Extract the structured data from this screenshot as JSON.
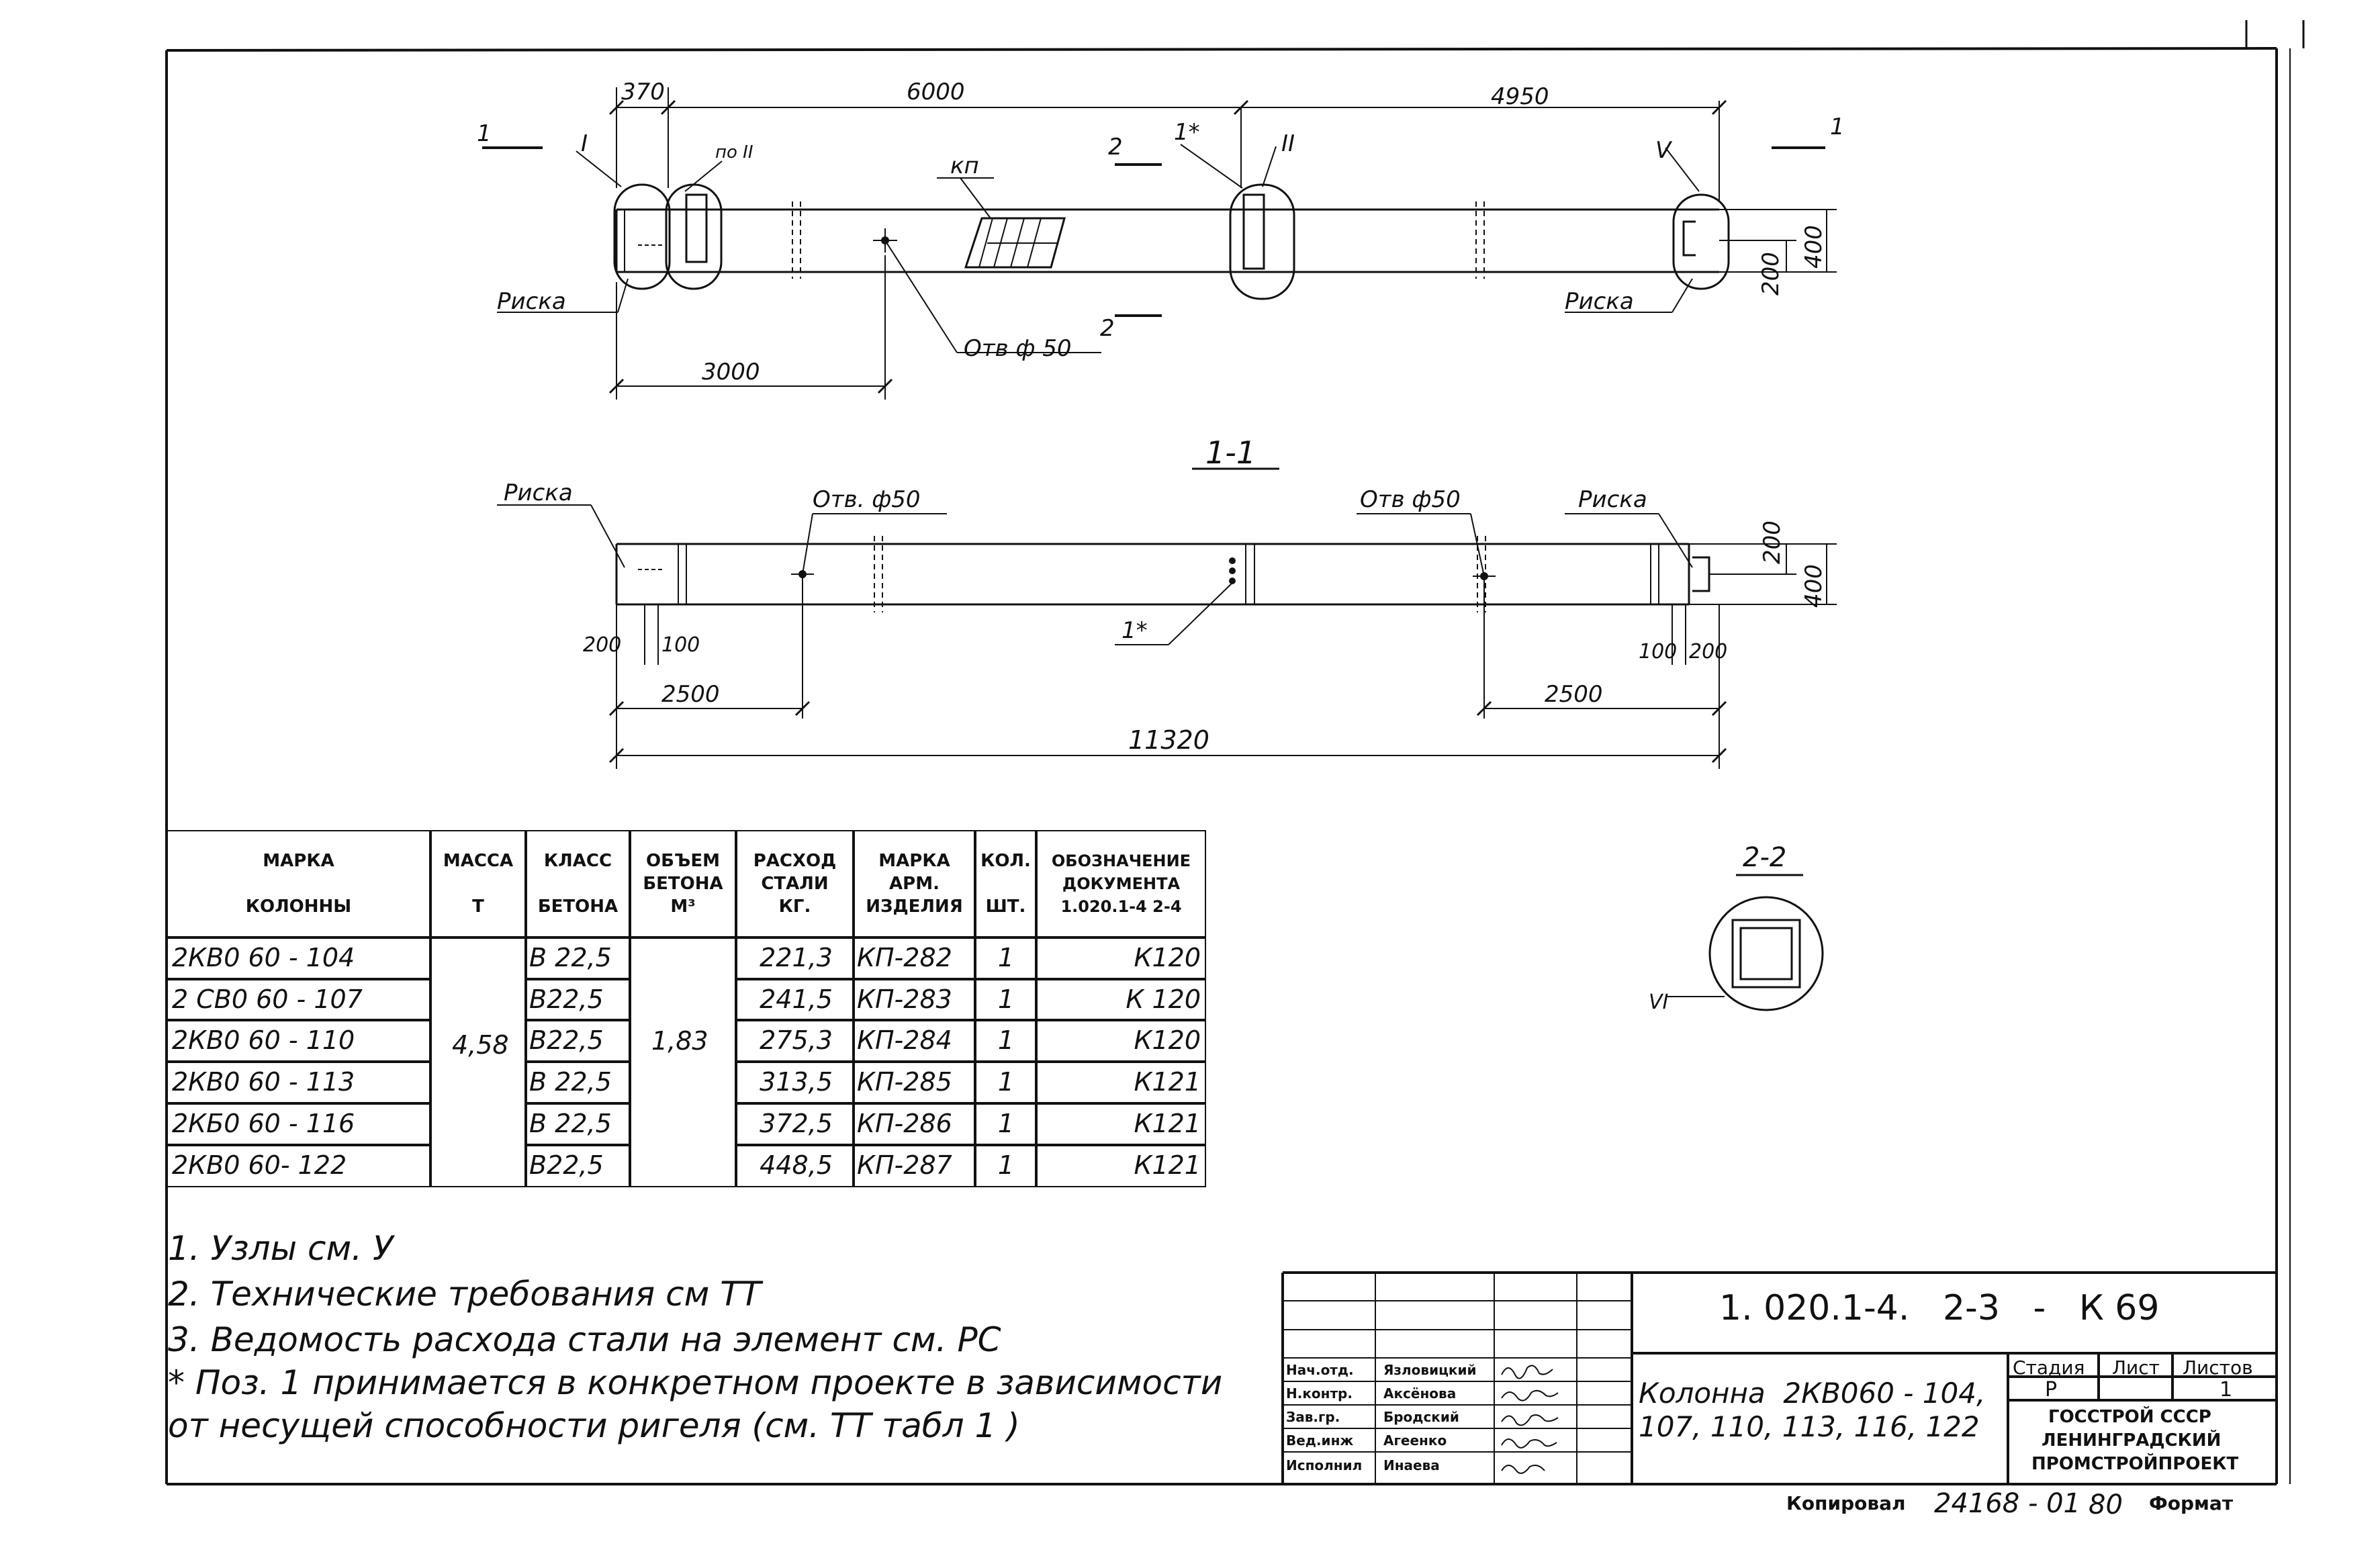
{
  "plan_view": {
    "dims_top": [
      "370",
      "6000",
      "4950"
    ],
    "dim_bottom": "3000",
    "section_marks": [
      "1",
      "1",
      "2",
      "2"
    ],
    "node_labels": [
      "I",
      "по II",
      "1*",
      "II",
      "V"
    ],
    "kp_label": "кп",
    "hole_label": "Отв ф 50",
    "risk_left": "Риска",
    "risk_right": "Риска",
    "dims_right": [
      "200",
      "400"
    ]
  },
  "section_1_1": {
    "title": "1-1",
    "risk_left": "Риска",
    "risk_right": "Риска",
    "hole_left": "Отв. ф50",
    "hole_right": "Отв ф50",
    "star_label": "1*",
    "dims_right": [
      "200",
      "400"
    ],
    "dims_left_small": [
      "200",
      "100"
    ],
    "dims_right_small": [
      "100",
      "200"
    ],
    "dim_2500_left": "2500",
    "dim_2500_right": "2500",
    "dim_total": "11320"
  },
  "section_2_2": {
    "title": "2-2",
    "node_label": "VI"
  },
  "spec_table": {
    "headers": [
      "МАРКА\n\nКОЛОННЫ",
      "МАССА\n\nТ",
      "КЛАСС\n\nБЕТОНА",
      "ОБЪЕМ\nБЕТОНА\nМ³",
      "РАСХОД\nСТАЛИ\nКГ.",
      "МАРКА\nАРМ.\nИЗДЕЛИЯ",
      "КОЛ.\n\nШТ.",
      "ОБОЗНАЧЕНИЕ\nДОКУМЕНТА\n1.020.1-4 2-4"
    ],
    "rows": [
      {
        "mark": "2КВ0 60 - 104",
        "class": "В 22,5",
        "steel": "221,3",
        "arm": "КП-282",
        "qty": "1",
        "doc": "К120"
      },
      {
        "mark": "2 СВ0 60 - 107",
        "class": "В22,5",
        "steel": "241,5",
        "arm": "КП-283",
        "qty": "1",
        "doc": "К 120"
      },
      {
        "mark": "2КВ0 60 - 110",
        "class": "В22,5",
        "steel": "275,3",
        "arm": "КП-284",
        "qty": "1",
        "doc": "К120"
      },
      {
        "mark": "2КВ0 60 - 113",
        "class": "В 22,5",
        "steel": "313,5",
        "arm": "КП-285",
        "qty": "1",
        "doc": "К121"
      },
      {
        "mark": "2КБ0 60 - 116",
        "class": "В 22,5",
        "steel": "372,5",
        "arm": "КП-286",
        "qty": "1",
        "doc": "К121"
      },
      {
        "mark": "2КВ0 60- 122",
        "class": "В22,5",
        "steel": "448,5",
        "arm": "КП-287",
        "qty": "1",
        "doc": "К121"
      }
    ],
    "mass_merged": "4,58",
    "volume_merged": "1,83"
  },
  "notes": [
    "1. Узлы   см.   У",
    "2. Технические  требования  см   ТТ",
    "3. Ведомость  расхода  стали  на элемент  см.  РС",
    "* Поз. 1 принимается в конкретном проекте в зависимости",
    "от несущей способности ригеля (см.  ТТ  табл  1  )"
  ],
  "title_block": {
    "doc_code": "1. 020.1-4.   2-3   -   К 69",
    "signers": [
      {
        "role": "Нач.отд.",
        "name": "Язловицкий"
      },
      {
        "role": "Н.контр.",
        "name": "Аксёнова"
      },
      {
        "role": "Зав.гр.",
        "name": "Бродский"
      },
      {
        "role": "Вед.инж",
        "name": "Агеенко"
      },
      {
        "role": "Исполнил",
        "name": "Инаева"
      }
    ],
    "name_line1": "Колонна  2КВ060 - 104,",
    "name_line2": "107, 110, 113, 116, 122",
    "stage_header": "Стадия",
    "sheet_header": "Лист",
    "sheets_header": "Листов",
    "stage_value": "Р",
    "sheets_value": "1",
    "org_line1": "ГОССТРОЙ СССР",
    "org_line2": "ЛЕНИНГРАДСКИЙ",
    "org_line3": "ПРОМСТРОЙПРОЕКТ"
  },
  "footer": {
    "copied_label": "Копировал",
    "copy_number": "24168 - 01",
    "copy_page": "80",
    "format_label": "Формат"
  }
}
